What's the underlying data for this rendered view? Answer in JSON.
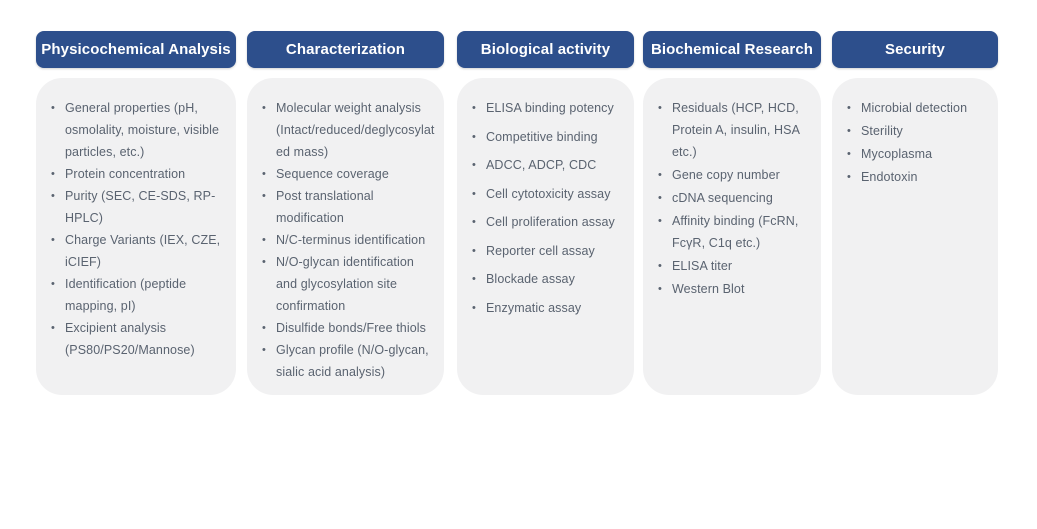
{
  "colors": {
    "header_bg": "#2d4f8c",
    "header_text": "#ffffff",
    "card_bg": "#f1f1f2",
    "item_text": "#5a6370",
    "page_bg": "#ffffff"
  },
  "columns": [
    {
      "title": "Physicochemical Analysis",
      "items": [
        "General properties (pH, osmolality, moisture, visible particles, etc.)",
        "Protein concentration",
        "Purity (SEC,  CE-SDS, RP-HPLC)",
        "Charge Variants (IEX, CZE, iCIEF)",
        "Identification (peptide mapping, pI)",
        "Excipient analysis (PS80/PS20/Mannose)"
      ]
    },
    {
      "title": "Characterization",
      "items": [
        "Molecular weight analysis (Intact/reduced/deglycosylated mass)",
        "Sequence coverage",
        "Post translational modification",
        "N/C-terminus identification",
        "N/O-glycan identification and glycosylation site confirmation",
        "Disulfide bonds/Free thiols",
        "Glycan profile (N/O-glycan, sialic acid analysis)"
      ]
    },
    {
      "title": "Biological activity",
      "items": [
        "ELISA binding potency",
        "Competitive binding",
        "ADCC, ADCP, CDC",
        "Cell cytotoxicity assay",
        "Cell proliferation assay",
        "Reporter cell assay",
        "Blockade assay",
        "Enzymatic assay"
      ]
    },
    {
      "title": "Biochemical Research",
      "items": [
        "Residuals (HCP, HCD, Protein A, insulin, HSA etc.)",
        "Gene copy number",
        "cDNA sequencing",
        "Affinity binding (FcRN, FcγR, C1q etc.)",
        "ELISA titer",
        "Western Blot"
      ]
    },
    {
      "title": "Security",
      "items": [
        "Microbial detection",
        "Sterility",
        "Mycoplasma",
        "Endotoxin"
      ]
    }
  ]
}
